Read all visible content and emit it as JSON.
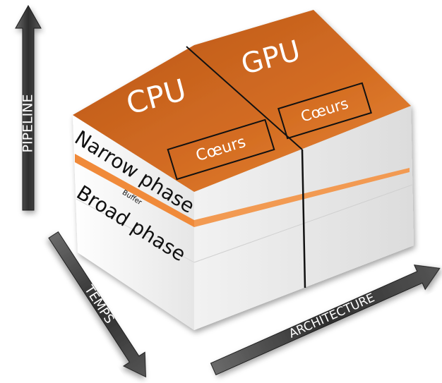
{
  "axes": {
    "pipeline": "PIPELINE",
    "temps": "TEMPS",
    "architecture": "ARCHITECTURE"
  },
  "top_face": {
    "cpu": "CPU",
    "gpu": "GPU",
    "cpu_cores": "Cœurs",
    "gpu_cores": "Cœurs"
  },
  "left_face": {
    "narrow_phase": "Narrow phase",
    "buffer": "Buffer",
    "broad_phase": "Broad phase"
  },
  "colors": {
    "top_orange": "#c8621c",
    "top_orange_light": "#e07b2c",
    "buffer_orange": "#f08a3a",
    "arrow_dark": "#3a3a3a",
    "face_white": "#f4f4f4"
  }
}
